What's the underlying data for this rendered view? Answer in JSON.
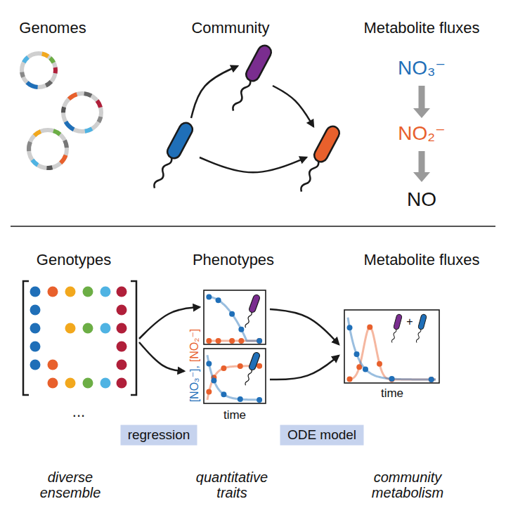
{
  "diagram": {
    "nodes": [
      {
        "text": [
          "regression"
        ]
      },
      {
        "text": [
          "ODE model"
        ]
      }
    ],
    "labels": [
      "Genomes",
      "Community",
      "Metabolite fluxes",
      "NO₃⁻",
      "NO₂⁻",
      "NO",
      "Genotypes",
      "Phenotypes",
      "Metabolite fluxes",
      "...",
      "[NO₃⁻],",
      "[NO₂⁻]",
      "time",
      "time",
      "+",
      "diverse ensemble",
      "quantitative traits",
      "community metabolism"
    ]
  }
}
